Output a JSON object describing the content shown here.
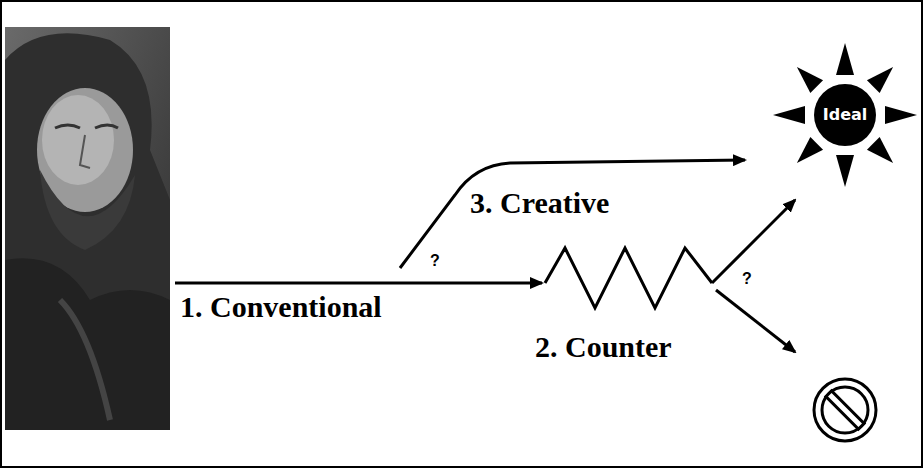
{
  "diagram": {
    "nodes": [
      {
        "text": [
          "Ideal"
        ]
      }
    ],
    "labels": [
      "3. Creative",
      "?",
      "1. Conventional",
      "2. Counter",
      "?"
    ]
  }
}
